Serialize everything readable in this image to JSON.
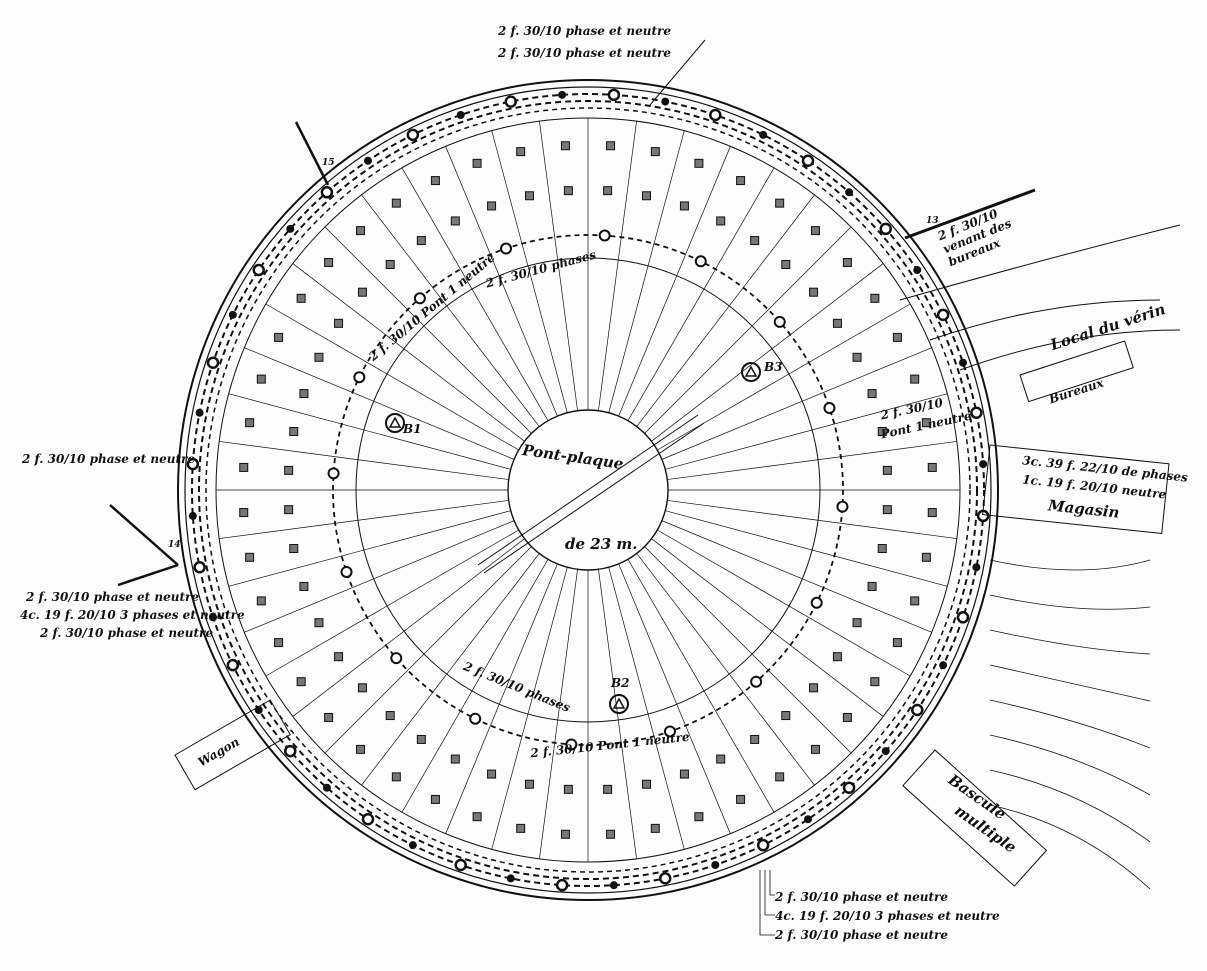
{
  "title": "Pont-plaque",
  "subtitle": "de 23 m.",
  "colors": {
    "ink": "#111111",
    "paper": "#fdfdfd"
  },
  "track_count": 48,
  "labels": {
    "top1": "2 f. 30/10 phase et neutre",
    "top2": "2 f. 30/10 phase et neutre",
    "bureaux_feed": "2 f. 30/10 venant des bureaux",
    "local": "Local du vérin",
    "bureaux": "Bureaux",
    "right_pont1": "2 f. 30/10",
    "right_pont2": "Pont 1 neutre",
    "magasin1": "3c. 39 f. 22/10 de phases",
    "magasin2": "1c. 19 f. 20/10 neutre",
    "magasin": "Magasin",
    "bascule": "Bascule",
    "multiple": "multiple",
    "bottom1": "2 f. 30/10 phase et neutre",
    "bottom2": "4c. 19 f. 20/10 3 phases et neutre",
    "bottom3": "2 f. 30/10 phase et neutre",
    "left_top": "2 f. 30/10 phase et neutre",
    "left1": "2 f. 30/10 phase et neutre",
    "left2": "4c. 19 f. 20/10 3 phases et neutre",
    "left3": "2 f. 30/10 phase et neutre",
    "wagon": "Wagon",
    "inner_top": "2 f. 30/10 phases",
    "inner_left": "2 f. 30/10 Pont 1 neutre",
    "inner_bottom": "2 f. 30/10 phases",
    "inner_bottom2": "2 f. 30/10 Pont 1 neutre",
    "b1": "B1",
    "b2": "B2",
    "b3": "B3",
    "n15": "15",
    "n13": "13",
    "n14": "14"
  }
}
